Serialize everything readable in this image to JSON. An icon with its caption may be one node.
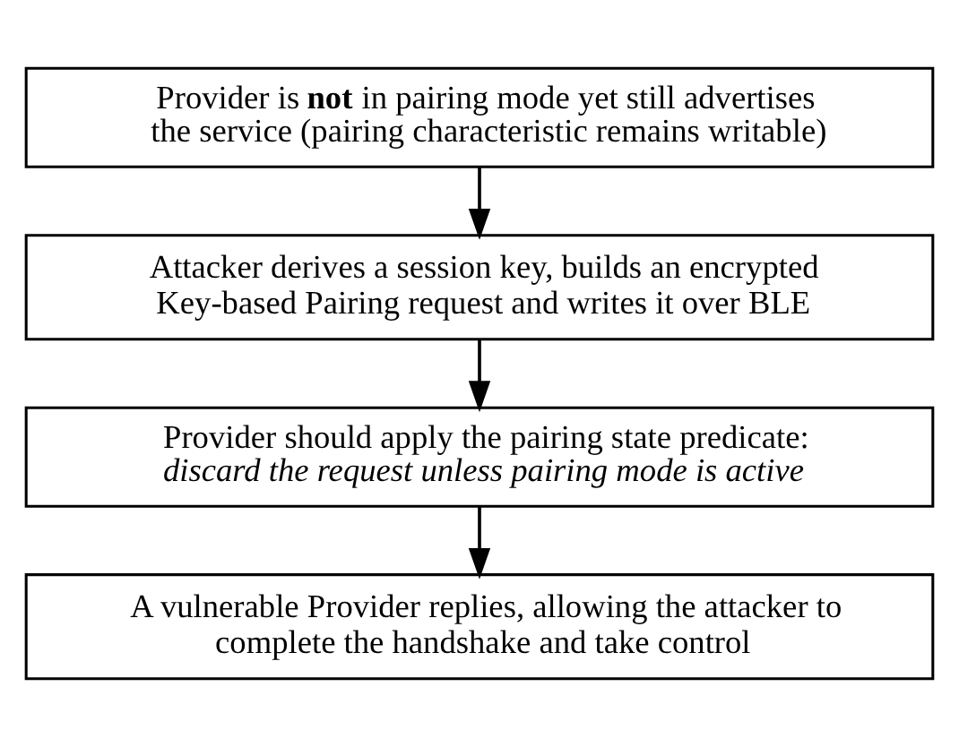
{
  "diagram": {
    "nodes": [
      {
        "text": [
          "Provider is **not** in pairing mode yet still advertises the service (pairing characteristic remains writable)"
        ]
      },
      {
        "text": [
          "Attacker derives a session key, builds an encrypted Key-based Pairing request and writes it over BLE"
        ]
      },
      {
        "text": [
          "Provider should apply the pairing state predicate:",
          "discard the request unless pairing mode is active"
        ]
      },
      {
        "text": [
          "A vulnerable Provider replies, allowing the attacker to complete the handshake and take control"
        ]
      }
    ],
    "edges": [
      {
        "from": 0,
        "to": 1,
        "arrow": "to"
      },
      {
        "from": 1,
        "to": 2,
        "arrow": "to"
      },
      {
        "from": 2,
        "to": 3,
        "arrow": "to"
      }
    ]
  }
}
